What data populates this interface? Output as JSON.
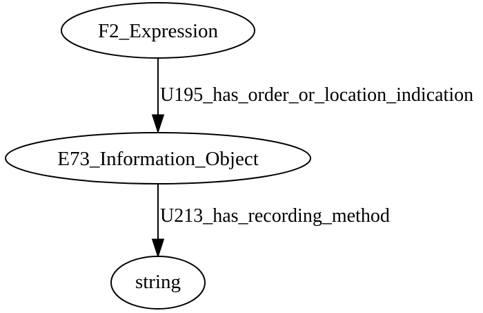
{
  "diagram": {
    "type": "directed-graph",
    "background_color": "#ffffff",
    "node_fill_color": "#ffffff",
    "node_border_color": "#000000",
    "edge_color": "#000000",
    "text_color": "#000000",
    "nodes": [
      {
        "label": "F2_Expression"
      },
      {
        "label": "E73_Information_Object"
      },
      {
        "label": "string"
      }
    ],
    "edges": [
      {
        "source": "F2_Expression",
        "target": "E73_Information_Object",
        "label": "U195_has_order_or_location_indication"
      },
      {
        "source": "E73_Information_Object",
        "target": "string",
        "label": "U213_has_recording_method"
      }
    ]
  }
}
